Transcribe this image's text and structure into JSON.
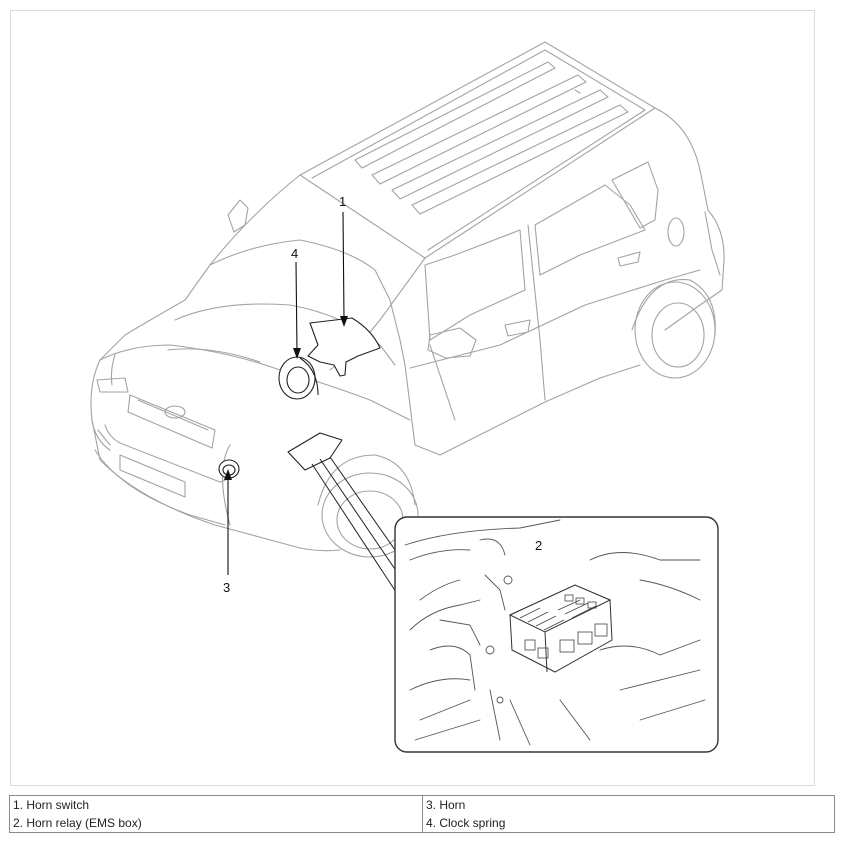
{
  "callouts": [
    {
      "number": "1",
      "name": "horn-switch"
    },
    {
      "number": "2",
      "name": "horn-relay"
    },
    {
      "number": "3",
      "name": "horn"
    },
    {
      "number": "4",
      "name": "clock-spring"
    }
  ],
  "legend": {
    "rows": [
      [
        "1. Horn switch",
        "3. Horn"
      ],
      [
        "2. Horn relay (EMS box)",
        "4. Clock spring"
      ]
    ]
  },
  "colors": {
    "line": "#9a9a9a",
    "dark": "#111111",
    "fill": "#ffffff"
  }
}
